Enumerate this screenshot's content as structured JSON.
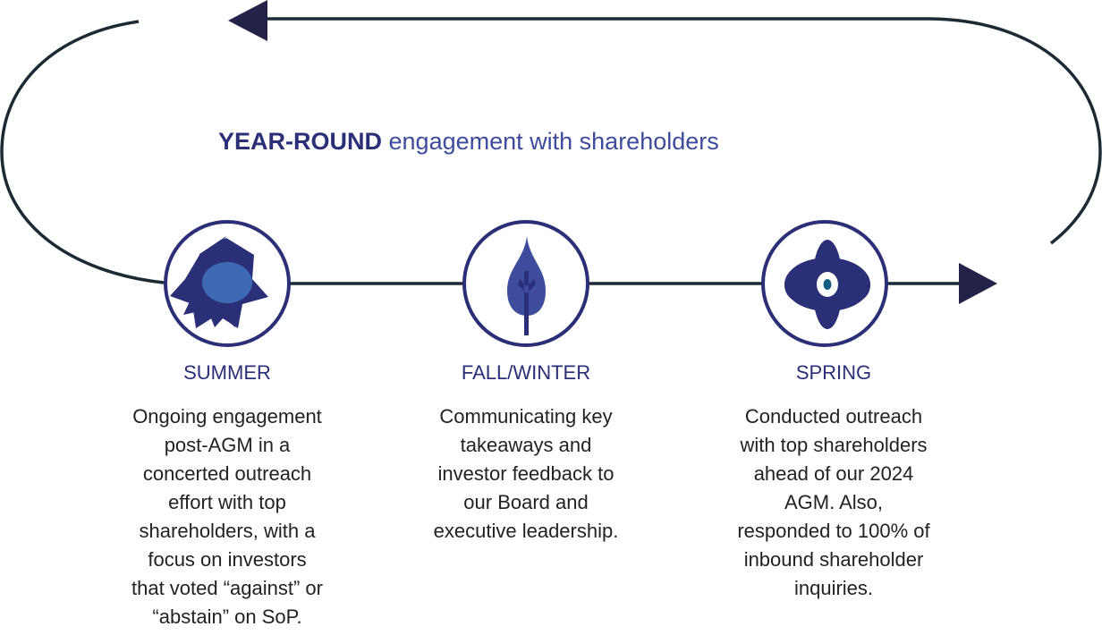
{
  "heading": {
    "bold": "YEAR-ROUND",
    "rest": " engagement with shareholders"
  },
  "colors": {
    "navy": "#2b2f77",
    "blue": "#3d4c9c",
    "line": "#1c2a36",
    "text": "#222222"
  },
  "stages": [
    {
      "icon": "star-sun-icon",
      "season": "SUMMER",
      "lines": [
        "Ongoing engagement",
        "post-AGM in a",
        "concerted outreach",
        "effort with top",
        "shareholders, with a",
        "focus on investors",
        "that voted “against” or",
        "“abstain” on SoP."
      ]
    },
    {
      "icon": "leaf-icon",
      "season": "FALL/WINTER",
      "lines": [
        "Communicating key",
        "takeaways and",
        "investor feedback to",
        "our Board and",
        "executive leadership."
      ]
    },
    {
      "icon": "flower-icon",
      "season": "SPRING",
      "lines": [
        "Conducted outreach",
        "with top shareholders",
        "ahead of our 2024",
        "AGM. Also,",
        "responded to 100% of",
        "inbound shareholder",
        "inquiries."
      ]
    }
  ]
}
